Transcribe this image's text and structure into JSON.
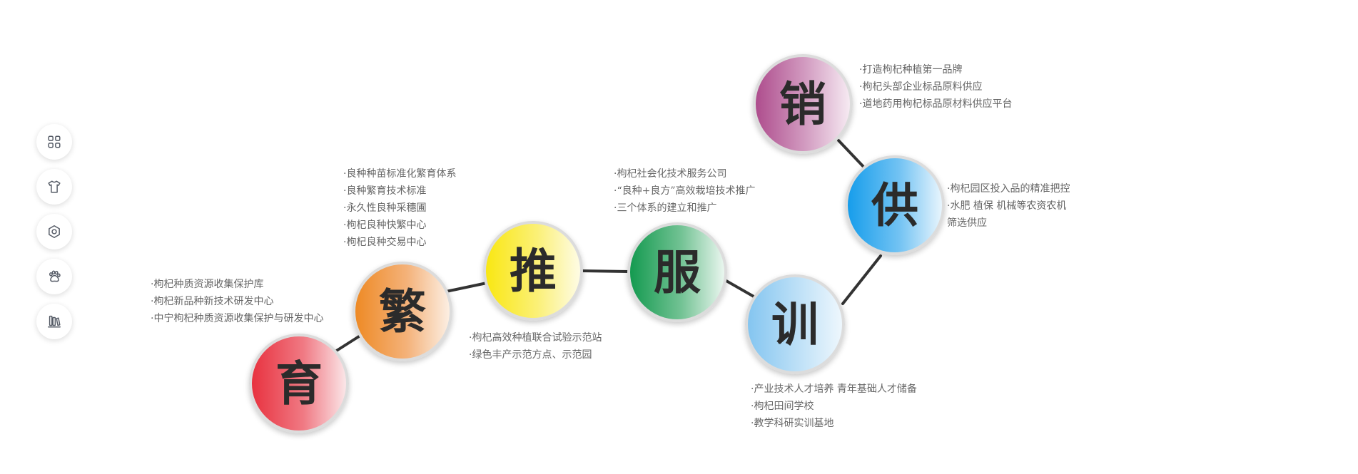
{
  "toolbar": {
    "buttons": [
      {
        "icon": "grid-icon"
      },
      {
        "icon": "shirt-icon"
      },
      {
        "icon": "settings-icon"
      },
      {
        "icon": "paw-icon"
      },
      {
        "icon": "books-icon"
      }
    ]
  },
  "diagram": {
    "connector_color": "#333333",
    "nodes": {
      "yu": {
        "char": "育",
        "color": "#e8323f",
        "items": [
          "·枸杞种质资源收集保护库",
          "·枸杞新品种新技术研发中心",
          "·中宁枸杞种质资源收集保护与研发中心"
        ]
      },
      "fan": {
        "char": "繁",
        "color": "#ee8a25",
        "items": [
          "·良种种苗标准化繁育体系",
          "·良种繁育技术标准",
          "·永久性良种采穗圃",
          "·枸杞良种快繁中心",
          "·枸杞良种交易中心"
        ]
      },
      "tui": {
        "char": "推",
        "color": "#f9e712",
        "items": [
          "·枸杞高效种植联合试验示范站",
          "·绿色丰产示范方点、示范园"
        ]
      },
      "fu": {
        "char": "服",
        "color": "#149a50",
        "items": [
          "·枸杞社会化技术服务公司",
          "·“良种+良方”高效栽培技术推广",
          "·三个体系的建立和推广"
        ]
      },
      "xun": {
        "char": "训",
        "color": "#84c5f0",
        "items": [
          "·产业技术人才培养 青年基础人才储备",
          "·枸杞田间学校",
          "·教学科研实训基地"
        ]
      },
      "gong": {
        "char": "供",
        "color": "#169deb",
        "items": [
          "·枸杞园区投入品的精准把控",
          "·水肥 植保 机械等农资农机",
          "筛选供应"
        ]
      },
      "xiao": {
        "char": "销",
        "color": "#ae4d8d",
        "items": [
          "·打造枸杞种植第一品牌",
          "·枸杞头部企业标品原料供应",
          "·道地药用枸杞标品原材料供应平台"
        ]
      }
    }
  }
}
